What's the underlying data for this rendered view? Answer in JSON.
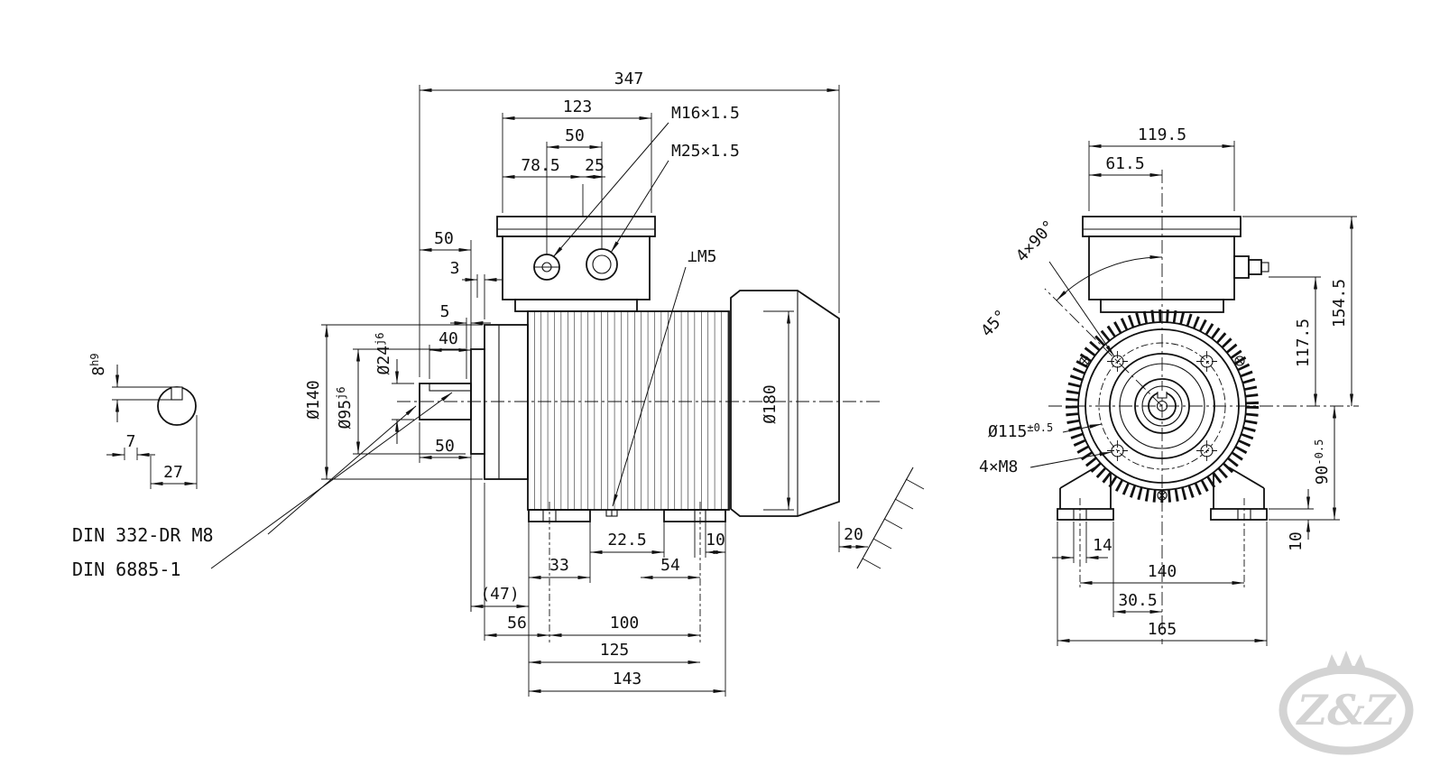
{
  "drawing": {
    "kind": "electric motor outline dimension drawing"
  },
  "key_detail": {
    "key_width": "8",
    "key_width_tol": "h9",
    "key_height": "7",
    "over_key": "27"
  },
  "notes": {
    "center_hole": "DIN 332-DR M8",
    "key_standard": "DIN 6885-1"
  },
  "side": {
    "overall_length": "347",
    "box_width": "123",
    "gland_pitch": "50",
    "gland_offset": "78.5",
    "gland_offset2": "25",
    "gland_small": "M16×1.5",
    "gland_large": "M25×1.5",
    "shaft_length": "50",
    "step_3": "3",
    "step_5": "5",
    "key_length": "40",
    "shaft_dia": "Ø24",
    "shaft_dia_tol": "j6",
    "flange_dia": "Ø140",
    "spigot_dia": "Ø95",
    "spigot_dia_tol": "j6",
    "shaft_ext": "50",
    "earth_label": "⊥M5",
    "frame_dia": "Ø180",
    "foot_22_5": "22.5",
    "foot_10": "10",
    "foot_33": "33",
    "foot_54": "54",
    "dim_47": "(47)",
    "dim_56": "56",
    "foot_pitch": "100",
    "dim_125": "125",
    "dim_143": "143",
    "wall_gap": "20"
  },
  "front": {
    "box_overall": "119.5",
    "box_center": "61.5",
    "hole_pattern": "4×90°",
    "hole_angle": "45°",
    "height_154_5": "154.5",
    "height_117_5": "117.5",
    "bolt_circle": "Ø115",
    "bolt_circle_tol": "±0.5",
    "flange_holes": "4×M8",
    "shaft_height": "90",
    "shaft_height_tol": "-0.5",
    "foot_thickness": "10",
    "foot_slot": "14",
    "foot_span": "140",
    "dim_30_5": "30.5",
    "foot_overall": "165"
  },
  "watermark": {
    "text": "Z&Z"
  }
}
